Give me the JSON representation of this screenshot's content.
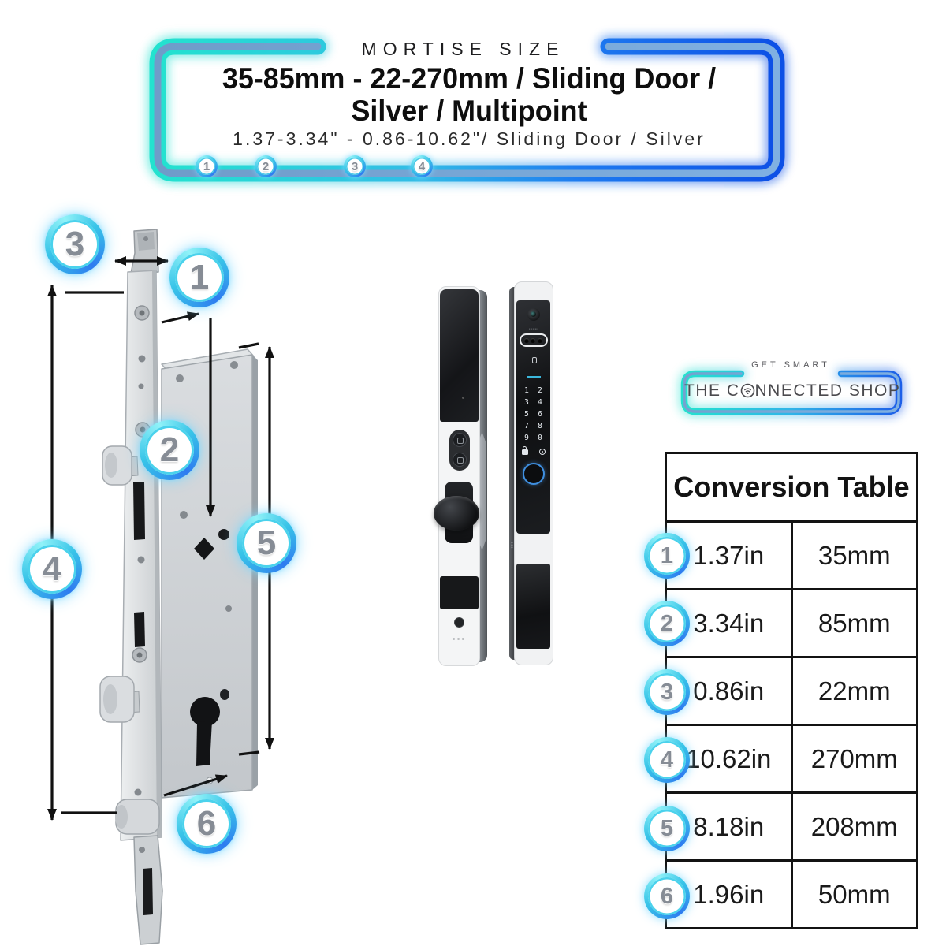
{
  "header": {
    "eyebrow": "MORTISE SIZE",
    "title_line1": "35-85mm - 22-270mm / Sliding Door /",
    "title_line2": "Silver / Multipoint",
    "subtitle": "1.37-3.34\" - 0.86-10.62\"/ Sliding Door / Silver",
    "markers": [
      "1",
      "2",
      "3",
      "4"
    ]
  },
  "diagram": {
    "callouts": [
      "1",
      "2",
      "3",
      "4",
      "5",
      "6"
    ]
  },
  "devices": {
    "keypad": [
      "1",
      "2",
      "3",
      "4",
      "5",
      "6",
      "7",
      "8",
      "9",
      "0"
    ]
  },
  "logo": {
    "tagline": "GET SMART",
    "brand_left": "THE C",
    "brand_right": "NNECTED SHOP",
    "brand_full": "THE CONNECTED SHOP"
  },
  "conversion_table": {
    "title": "Conversion Table",
    "rows": [
      {
        "marker": "1",
        "inches": "1.37in",
        "mm": "35mm"
      },
      {
        "marker": "2",
        "inches": "3.34in",
        "mm": "85mm"
      },
      {
        "marker": "3",
        "inches": "0.86in",
        "mm": "22mm"
      },
      {
        "marker": "4",
        "inches": "10.62in",
        "mm": "270mm"
      },
      {
        "marker": "5",
        "inches": "8.18in",
        "mm": "208mm"
      },
      {
        "marker": "6",
        "inches": "1.96in",
        "mm": "50mm"
      }
    ]
  },
  "colors": {
    "accent_teal": "#2ce0d4",
    "accent_blue": "#1566f2",
    "border_core": "#78a3d4",
    "glow_cyan": "#8be2f7",
    "number_gray": "#868c95",
    "table_border": "#131313"
  }
}
